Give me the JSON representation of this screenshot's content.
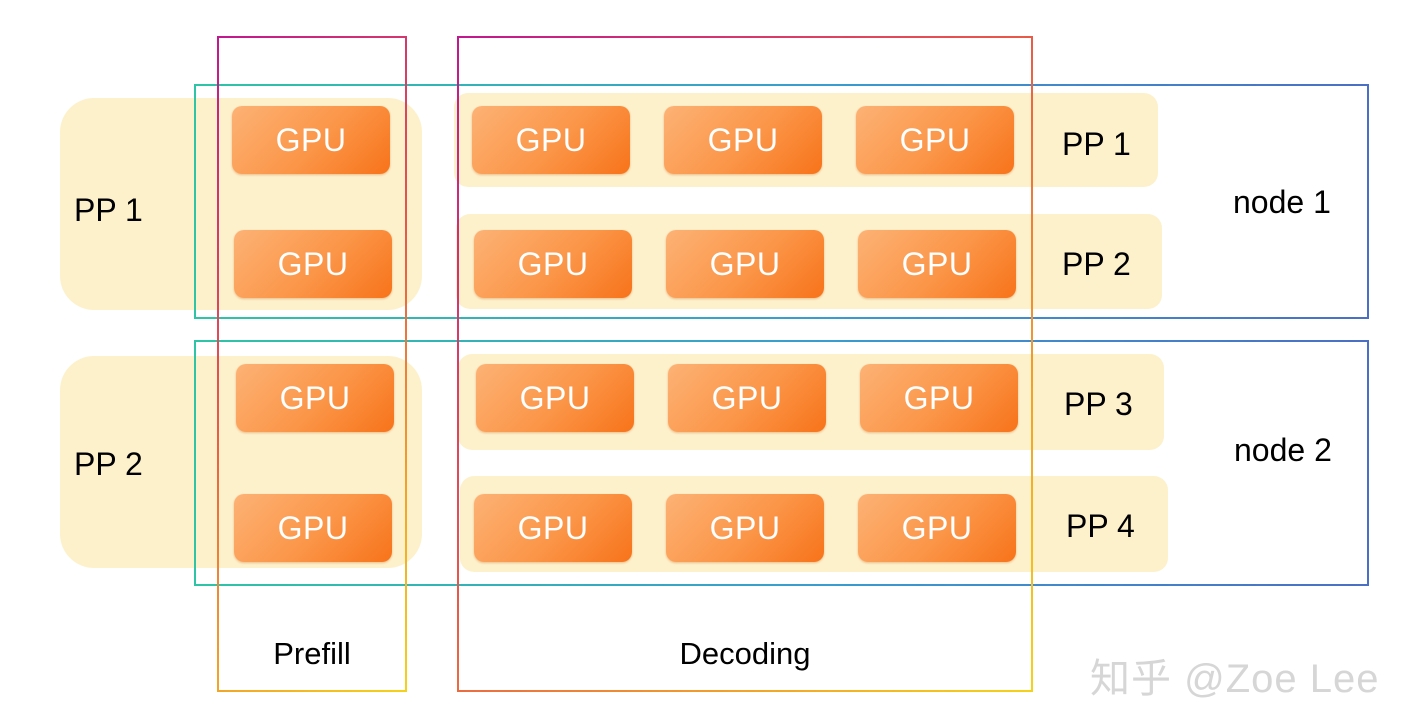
{
  "gpu_label": "GPU",
  "prefill": {
    "label": "Prefill",
    "groups": [
      {
        "label": "PP 1"
      },
      {
        "label": "PP 2"
      }
    ]
  },
  "decoding": {
    "label": "Decoding",
    "rows": [
      {
        "label": "PP 1"
      },
      {
        "label": "PP 2"
      },
      {
        "label": "PP 3"
      },
      {
        "label": "PP 4"
      }
    ]
  },
  "nodes": [
    {
      "label": "node 1"
    },
    {
      "label": "node 2"
    }
  ],
  "watermark": "知乎 @Zoe Lee"
}
